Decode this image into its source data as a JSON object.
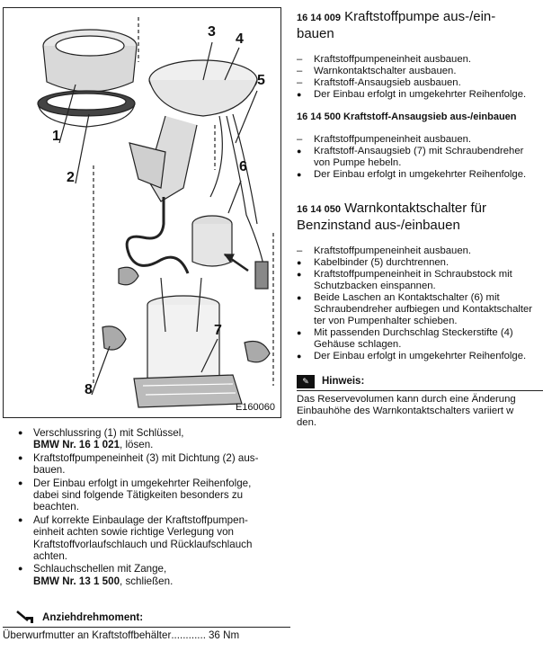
{
  "figure": {
    "id": "E160060",
    "callouts": [
      "1",
      "2",
      "3",
      "4",
      "5",
      "6",
      "7",
      "8"
    ]
  },
  "left_steps": [
    {
      "lines": [
        "Verschlussring (1) mit Schlüssel,"
      ],
      "tool": "BMW Nr. 16 1 021",
      "tail": ", lösen."
    },
    {
      "lines": [
        "Kraftstoffpumpeneinheit (3) mit Dichtung (2) aus-",
        "bauen."
      ]
    },
    {
      "lines": [
        "Der Einbau erfolgt in umgekehrter Reihenfolge,",
        "dabei sind folgende Tätigkeiten besonders zu",
        "beachten."
      ]
    },
    {
      "lines": [
        "Auf korrekte Einbaulage der Kraftstoffpumpen-",
        "einheit achten sowie richtige Verlegung von",
        "Kraftstoffvorlaufschlauch und Rücklaufschlauch",
        "achten."
      ]
    },
    {
      "lines": [
        "Schlauchschellen mit Zange,"
      ],
      "tool": "BMW Nr. 13 1 500",
      "tail": ", schließen."
    }
  ],
  "torque": {
    "heading": "Anziehdrehmoment:",
    "label": "Überwurfmutter an Kraftstoffbehälter",
    "dots": "............",
    "value": "36 Nm"
  },
  "sections": [
    {
      "number": "16 14 009",
      "title_lines": [
        "Kraftstoffpumpe aus-/ein-",
        "bauen"
      ],
      "items": [
        {
          "type": "dash",
          "lines": [
            "Kraftstoffpumpeneinheit ausbauen."
          ]
        },
        {
          "type": "dash",
          "lines": [
            "Warnkontaktschalter ausbauen."
          ]
        },
        {
          "type": "dash",
          "lines": [
            "Kraftstoff-Ansaugsieb ausbauen."
          ]
        },
        {
          "type": "dot",
          "lines": [
            "Der Einbau erfolgt in umgekehrter Reihenfolge."
          ]
        }
      ]
    },
    {
      "number": "16 14 500",
      "title": "Kraftstoff-Ansaugsieb aus-/einbauen",
      "items": [
        {
          "type": "dash",
          "lines": [
            "Kraftstoffpumpeneinheit ausbauen."
          ]
        },
        {
          "type": "dot",
          "lines": [
            "Kraftstoff-Ansaugsieb (7) mit Schraubendreher",
            "von Pumpe hebeln."
          ]
        },
        {
          "type": "dot",
          "lines": [
            "Der Einbau erfolgt in umgekehrter Reihenfolge."
          ]
        }
      ]
    },
    {
      "number": "16 14 050",
      "title_lines": [
        "Warnkontaktschalter für",
        "Benzinstand aus-/einbauen"
      ],
      "items": [
        {
          "type": "dash",
          "lines": [
            "Kraftstoffpumpeneinheit ausbauen."
          ]
        },
        {
          "type": "dot",
          "lines": [
            "Kabelbinder (5) durchtrennen."
          ]
        },
        {
          "type": "dot",
          "lines": [
            "Kraftstoffpumpeneinheit in Schraubstock mit",
            "Schutzbacken einspannen."
          ]
        },
        {
          "type": "dot",
          "lines": [
            "Beide Laschen an Kontaktschalter (6) mit",
            "Schraubendreher aufbiegen und Kontaktschalter",
            "ter von Pumpenhalter schieben."
          ]
        },
        {
          "type": "dot",
          "lines": [
            "Mit passenden Durchschlag Steckerstifte (4)",
            "Gehäuse schlagen."
          ]
        },
        {
          "type": "dot",
          "lines": [
            "Der Einbau erfolgt in umgekehrter Reihenfolge."
          ]
        }
      ]
    }
  ],
  "hinweis": {
    "heading": "Hinweis:",
    "lines": [
      "Das Reservevolumen kann durch eine Änderung",
      "Einbauhöhe des Warnkontaktschalters variiert w",
      "den."
    ]
  }
}
